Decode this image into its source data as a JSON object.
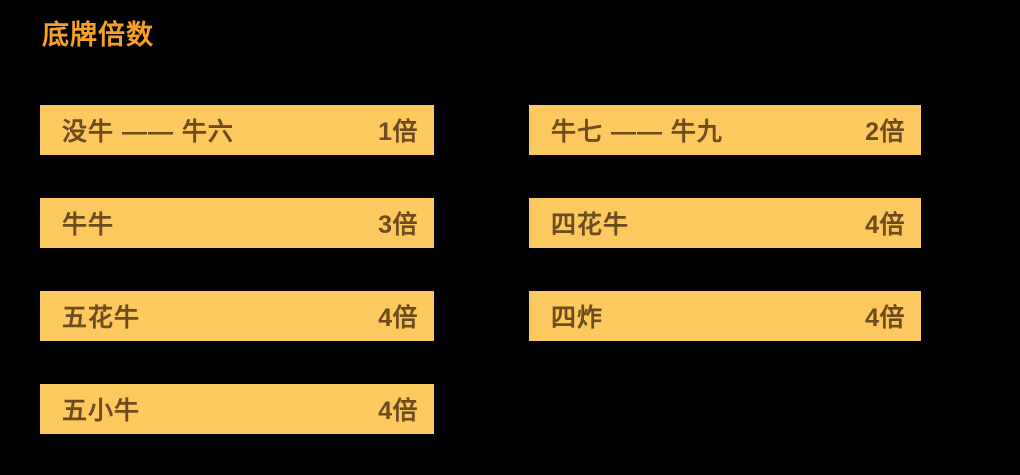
{
  "title": "底牌倍数",
  "colors": {
    "background": "#000000",
    "title_text": "#f5a127",
    "bar_fill": "#fbc95e",
    "bar_text": "#6d4c1e"
  },
  "columns": {
    "left": {
      "rows": [
        {
          "name": "没牛 —— 牛六",
          "value": "1倍"
        },
        {
          "name": "牛牛",
          "value": "3倍"
        },
        {
          "name": "五花牛",
          "value": "4倍"
        },
        {
          "name": "五小牛",
          "value": "4倍"
        }
      ]
    },
    "right": {
      "rows": [
        {
          "name": "牛七 —— 牛九",
          "value": "2倍"
        },
        {
          "name": "四花牛",
          "value": "4倍"
        },
        {
          "name": "四炸",
          "value": "4倍"
        }
      ]
    }
  }
}
